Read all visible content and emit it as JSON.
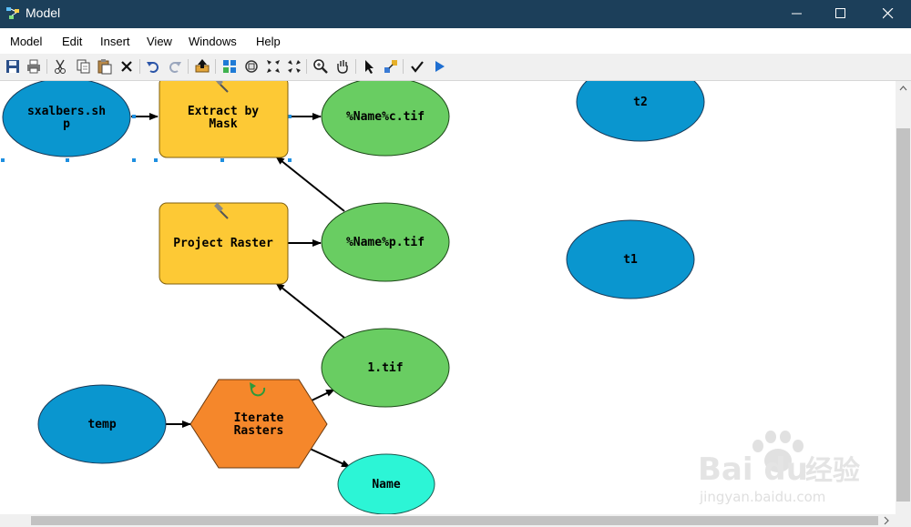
{
  "window": {
    "title": "Model",
    "minimize": "minimize",
    "maximize": "maximize",
    "close": "close"
  },
  "menu": [
    "Model",
    "Edit",
    "Insert",
    "View",
    "Windows",
    "Help"
  ],
  "toolbar_icons": [
    "save-icon",
    "print-icon",
    "cut-icon",
    "copy-icon",
    "paste-icon",
    "delete-icon",
    "undo-icon",
    "redo-icon",
    "add-data-icon",
    "auto-layout-icon",
    "full-extent-icon",
    "zoom-in-fixed-icon",
    "zoom-out-fixed-icon",
    "zoom-in-icon",
    "pan-icon",
    "select-icon",
    "connect-icon",
    "validate-icon",
    "run-icon"
  ],
  "nodes": {
    "sxalbers": [
      "sxalbers.sh",
      "p"
    ],
    "extract": [
      "Extract by",
      "Mask"
    ],
    "name_c": "%Name%c.tif",
    "t2": "t2",
    "project": "Project Raster",
    "name_p": "%Name%p.tif",
    "t1": "t1",
    "one_tif": "1.tif",
    "temp": "temp",
    "iterate": [
      "Iterate",
      "Rasters"
    ],
    "name": "Name"
  },
  "watermark": {
    "brand": "Bai du",
    "cn": "经验",
    "url": "jingyan.baidu.com"
  },
  "colors": {
    "titlebar": "#1c3f5a",
    "data_blue": "#0a96cf",
    "tool_yellow": "#fdc935",
    "output_green": "#69cd62",
    "iterator_orange": "#f5872b",
    "name_cyan": "#2cf5d6",
    "selection": "#1e8fe0"
  }
}
